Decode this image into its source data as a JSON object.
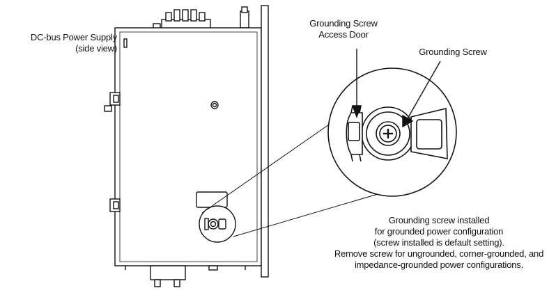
{
  "labels": {
    "psu": [
      "DC-bus Power Supply",
      "(side view)"
    ],
    "door": [
      "Grounding Screw",
      "Access Door"
    ],
    "screw": "Grounding Screw",
    "note": [
      "Grounding screw installed",
      "for grounded power configuration",
      "(screw installed is default setting).",
      "Remove screw for ungrounded, corner-grounded, and",
      "impedance-grounded power configurations."
    ]
  },
  "colors": {
    "line": "#111111",
    "fill": "#ffffff"
  }
}
